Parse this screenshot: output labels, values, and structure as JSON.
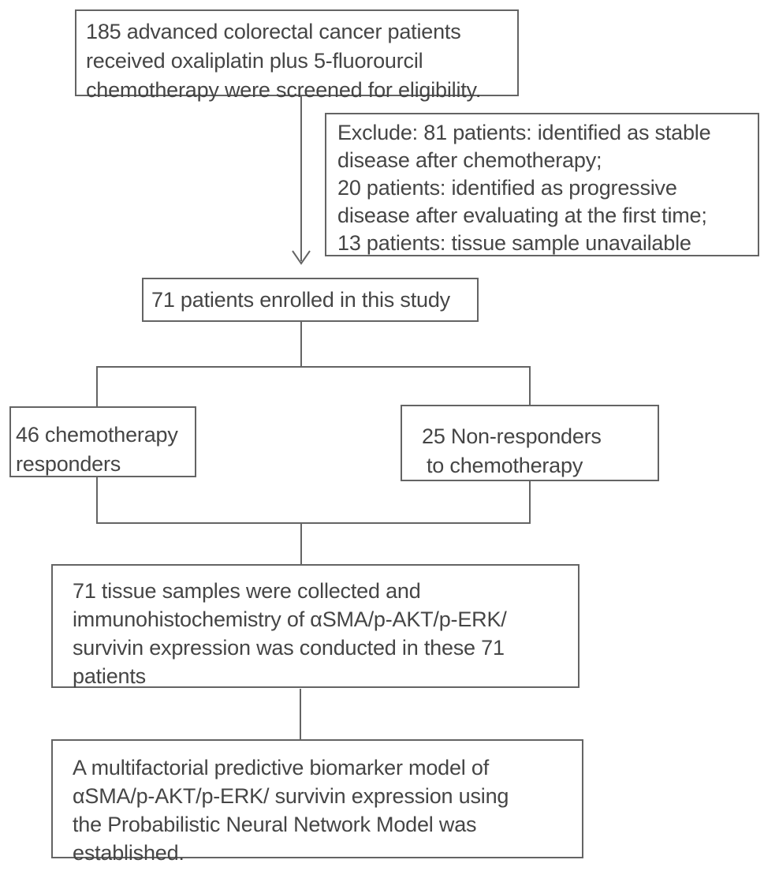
{
  "colors": {
    "text": "#454545",
    "line": "#646464",
    "background": "#ffffff"
  },
  "boxes": {
    "screening": {
      "lines": [
        "185 advanced colorectal cancer patients",
        "received oxaliplatin plus 5-fluorourcil",
        "chemotherapy were screened for eligibility."
      ]
    },
    "exclude": {
      "lines": [
        "Exclude: 81 patients: identified as stable",
        "disease after chemotherapy;",
        "20 patients: identified as progressive",
        "disease after evaluating at the first time;",
        "13 patients: tissue sample unavailable"
      ]
    },
    "enrolled": {
      "lines": [
        "71 patients enrolled in this study"
      ]
    },
    "responders": {
      "lines": [
        "46 chemotherapy",
        "responders"
      ]
    },
    "nonresponders": {
      "lines": [
        "25 Non-responders",
        "to chemotherapy"
      ]
    },
    "ihc": {
      "lines": [
        "71 tissue samples were collected and",
        "immunohistochemistry of αSMA/p-AKT/p-ERK/",
        "survivin expression was conducted in these 71",
        "patients"
      ]
    },
    "model": {
      "lines": [
        "A multifactorial predictive biomarker model of",
        "αSMA/p-AKT/p-ERK/ survivin expression using",
        "the Probabilistic Neural Network Model was",
        "established."
      ]
    }
  }
}
